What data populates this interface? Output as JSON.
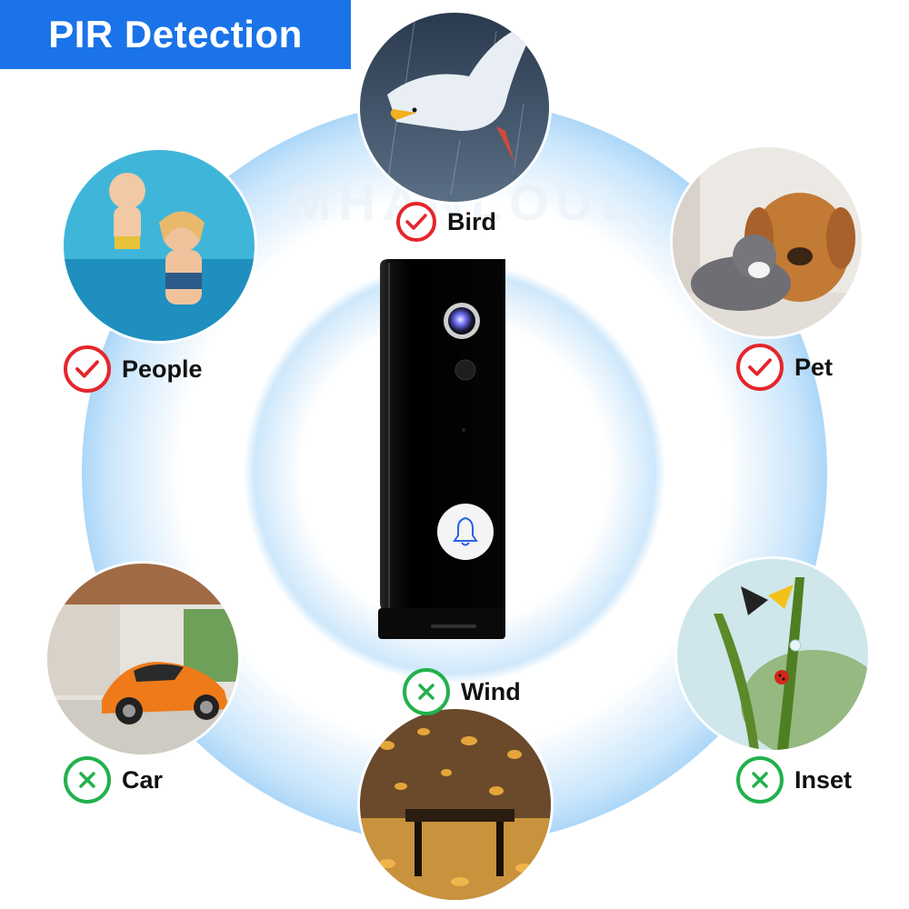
{
  "title": "PIR Detection",
  "watermark": "MHANLOUL",
  "colors": {
    "title_bg": "#1a73e8",
    "detected": "#e4262c",
    "not_detected": "#22b14c"
  },
  "detected_items": [
    {
      "label": "Bird",
      "icon": "check-icon"
    },
    {
      "label": "People",
      "icon": "check-icon"
    },
    {
      "label": "Pet",
      "icon": "check-icon"
    }
  ],
  "ignored_items": [
    {
      "label": "Wind",
      "icon": "cross-icon"
    },
    {
      "label": "Car",
      "icon": "cross-icon"
    },
    {
      "label": "Inset",
      "icon": "cross-icon"
    }
  ],
  "device": {
    "name_icon": "video-doorbell",
    "button_icon": "bell-icon"
  }
}
